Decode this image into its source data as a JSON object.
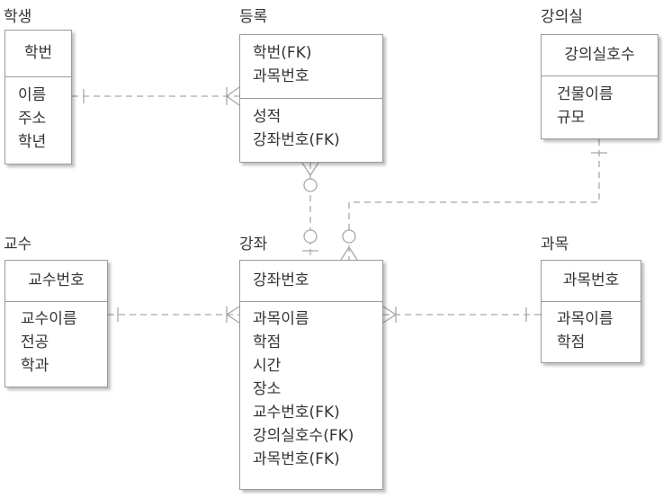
{
  "entities": {
    "student": {
      "title": "학생",
      "keys": [
        "학번"
      ],
      "attributes": [
        "이름",
        "주소",
        "학년"
      ]
    },
    "enrollment": {
      "title": "등록",
      "keys": [
        "학번(FK)",
        "과목번호"
      ],
      "attributes": [
        "성적",
        "강좌번호(FK)"
      ]
    },
    "lectureroom": {
      "title": "강의실",
      "keys": [
        "강의실호수"
      ],
      "attributes": [
        "건물이름",
        "규모"
      ]
    },
    "professor": {
      "title": "교수",
      "keys": [
        "교수번호"
      ],
      "attributes": [
        "교수이름",
        "전공",
        "학과"
      ]
    },
    "course": {
      "title": "강좌",
      "keys": [
        "강좌번호"
      ],
      "attributes": [
        "과목이름",
        "학점",
        "시간",
        "장소",
        "교수번호(FK)",
        "강의실호수(FK)",
        "과목번호(FK)"
      ]
    },
    "subject": {
      "title": "과목",
      "keys": [
        "과목번호"
      ],
      "attributes": [
        "과목이름",
        "학점"
      ]
    }
  },
  "colors": {
    "line": "#a8a8a8",
    "border": "#9a9a9a",
    "text": "#333333"
  }
}
